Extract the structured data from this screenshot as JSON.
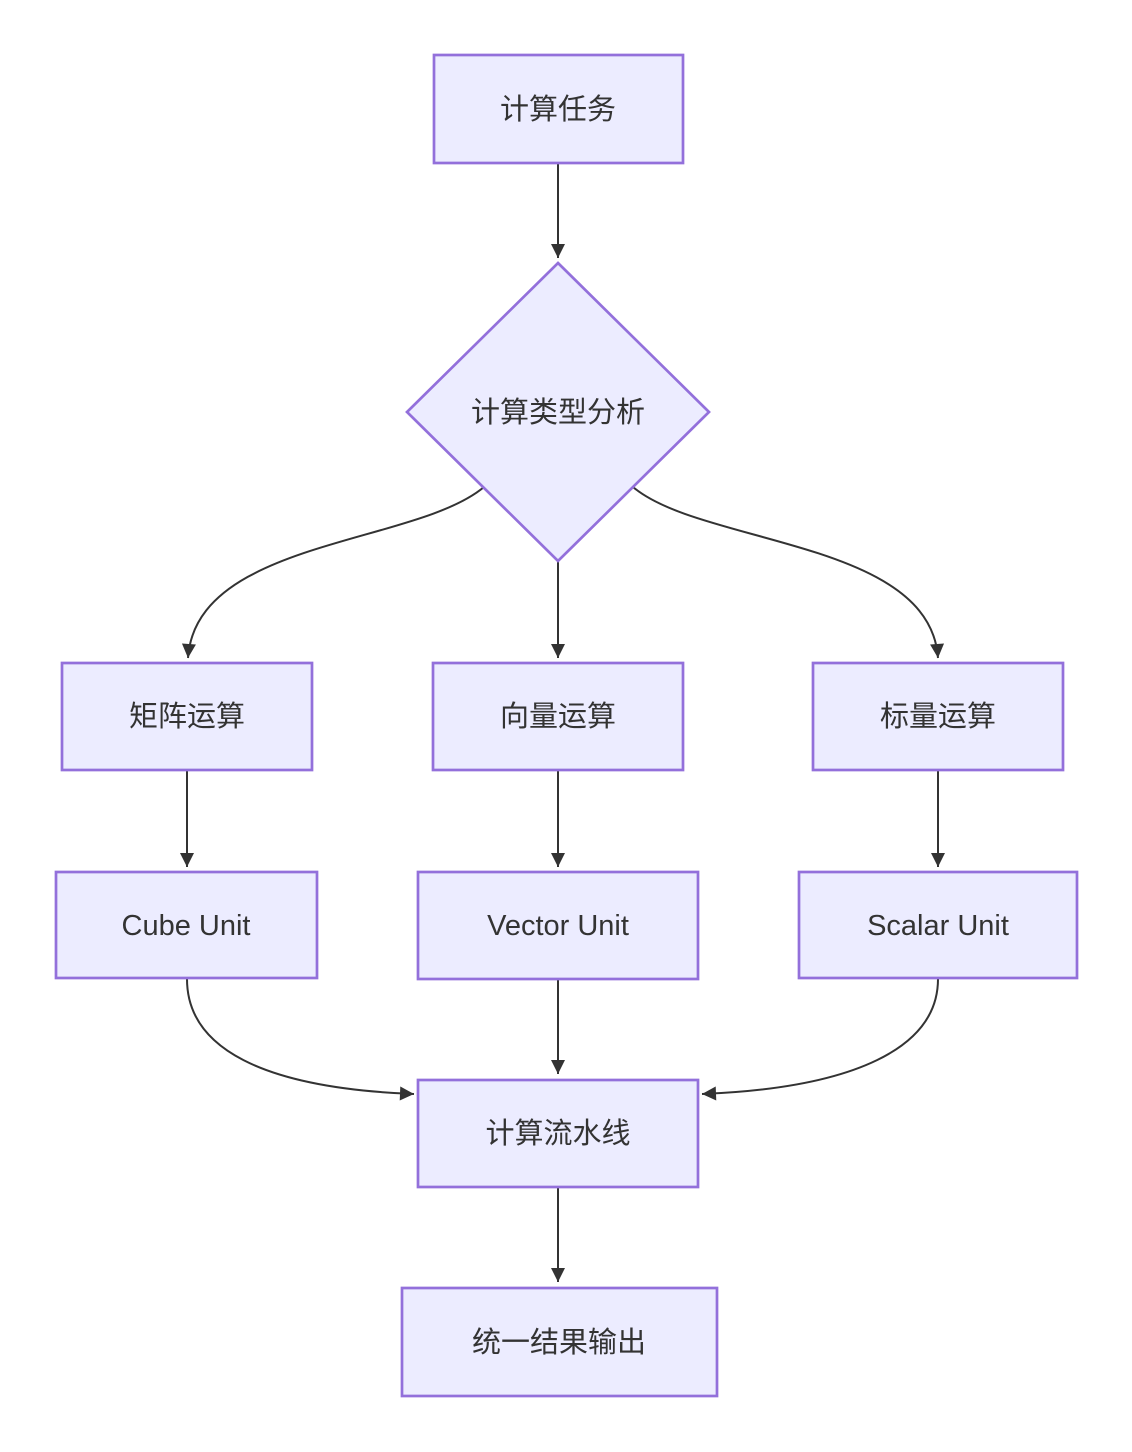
{
  "diagram": {
    "type": "flowchart",
    "direction": "top-down",
    "colors": {
      "node_fill": "#ECECFF",
      "node_border": "#9370DB",
      "edge": "#333333",
      "text": "#333333",
      "background": "#FFFFFF"
    },
    "nodes": {
      "task": {
        "label": "计算任务",
        "shape": "rect"
      },
      "decision": {
        "label": "计算类型分析",
        "shape": "diamond"
      },
      "matrix": {
        "label": "矩阵运算",
        "shape": "rect"
      },
      "vector": {
        "label": "向量运算",
        "shape": "rect"
      },
      "scalar": {
        "label": "标量运算",
        "shape": "rect"
      },
      "cube_unit": {
        "label": "Cube Unit",
        "shape": "rect"
      },
      "vector_unit": {
        "label": "Vector Unit",
        "shape": "rect"
      },
      "scalar_unit": {
        "label": "Scalar Unit",
        "shape": "rect"
      },
      "pipeline": {
        "label": "计算流水线",
        "shape": "rect"
      },
      "output": {
        "label": "统一结果输出",
        "shape": "rect"
      }
    },
    "edges": [
      {
        "from": "task",
        "to": "decision"
      },
      {
        "from": "decision",
        "to": "matrix"
      },
      {
        "from": "decision",
        "to": "vector"
      },
      {
        "from": "decision",
        "to": "scalar"
      },
      {
        "from": "matrix",
        "to": "cube_unit"
      },
      {
        "from": "vector",
        "to": "vector_unit"
      },
      {
        "from": "scalar",
        "to": "scalar_unit"
      },
      {
        "from": "cube_unit",
        "to": "pipeline"
      },
      {
        "from": "vector_unit",
        "to": "pipeline"
      },
      {
        "from": "scalar_unit",
        "to": "pipeline"
      },
      {
        "from": "pipeline",
        "to": "output"
      }
    ]
  }
}
